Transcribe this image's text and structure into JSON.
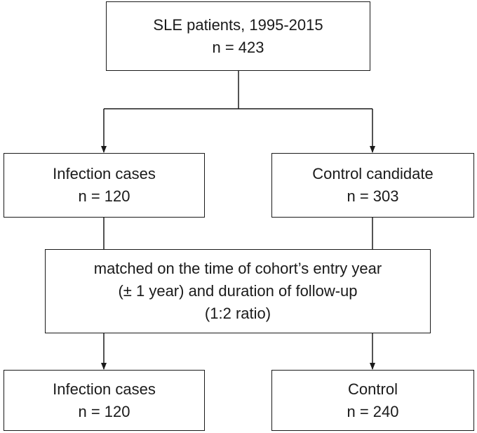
{
  "boxes": {
    "top": {
      "lines": [
        "SLE patients, 1995-2015",
        "n = 423"
      ]
    },
    "infection_cases_1": {
      "lines": [
        "Infection cases",
        "n = 120"
      ]
    },
    "control_candidate": {
      "lines": [
        "Control candidate",
        "n = 303"
      ]
    },
    "matching": {
      "lines": [
        "matched on the time of cohort’s entry year",
        "(± 1 year) and duration of follow-up",
        "(1:2 ratio)"
      ]
    },
    "infection_cases_2": {
      "lines": [
        "Infection cases",
        "n = 120"
      ]
    },
    "control": {
      "lines": [
        "Control",
        "n = 240"
      ]
    }
  }
}
